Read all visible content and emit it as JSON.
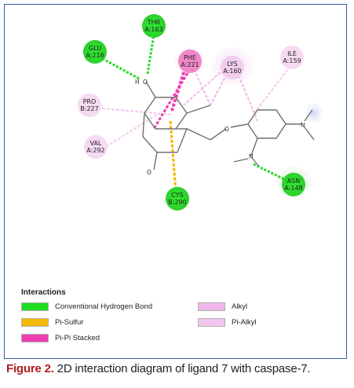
{
  "colors": {
    "frame": "#2f5fa0",
    "hydrogen_bond": "#1fdc1f",
    "pi_sulfur": "#f5b800",
    "pi_pi_stacked": "#ee3fb0",
    "alkyl": "#f0b8e8",
    "pi_alkyl": "#f3c6ee",
    "caption_label": "#b01c1c"
  },
  "residues": [
    {
      "name": "THR",
      "id": "A:163",
      "type": "hydrogen_bond"
    },
    {
      "name": "GLU",
      "id": "A:216",
      "type": "hydrogen_bond"
    },
    {
      "name": "PHE",
      "id": "A:221",
      "type": "pi_pi_stacked"
    },
    {
      "name": "LYS",
      "id": "A:160",
      "type": "alkyl"
    },
    {
      "name": "ILE",
      "id": "A:159",
      "type": "pi_alkyl"
    },
    {
      "name": "PRO",
      "id": "B:227",
      "type": "pi_alkyl"
    },
    {
      "name": "VAL",
      "id": "A:292",
      "type": "pi_alkyl"
    },
    {
      "name": "CYS",
      "id": "B:290",
      "type": "pi_sulfur"
    },
    {
      "name": "ASN",
      "id": "A:148",
      "type": "hydrogen_bond"
    }
  ],
  "atoms": {
    "hydroxyl_h": "H",
    "oxygen": "O",
    "nitrogen": "N"
  },
  "legend": {
    "title": "Interactions",
    "items": [
      {
        "label": "Conventional Hydrogen Bond",
        "color": "#1fdc1f"
      },
      {
        "label": "Pi-Sulfur",
        "color": "#f5b800"
      },
      {
        "label": "Pi-Pi Stacked",
        "color": "#ee3fb0"
      },
      {
        "label": "Alkyl",
        "color": "#f0b8e8"
      },
      {
        "label": "Pi-Alkyl",
        "color": "#f3c6ee"
      }
    ]
  },
  "caption": {
    "label": "Figure 2.",
    "text": " 2D interaction diagram of ligand 7 with caspase-7."
  }
}
